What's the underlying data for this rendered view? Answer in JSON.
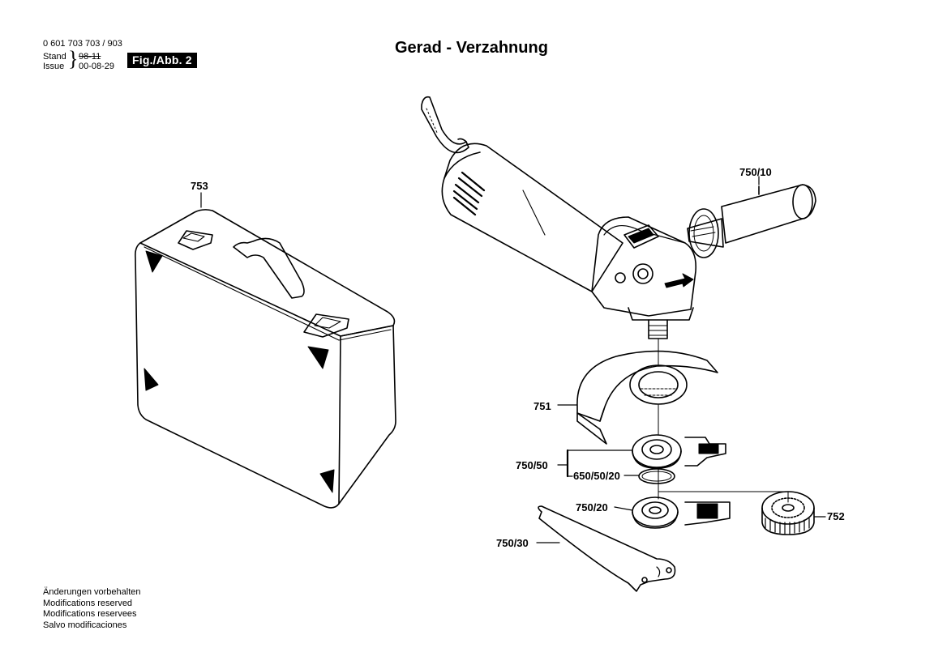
{
  "header": {
    "doc_number": "0 601 703 703 / 903",
    "stand_label": "Stand",
    "issue_label": "Issue",
    "stand_value": "98-11",
    "issue_value": "00-08-29",
    "figure": "Fig./Abb. 2",
    "title": "Gerad - Verzahnung"
  },
  "notes": [
    "Änderungen vorbehalten",
    "Modifications reserved",
    "Modifications reservees",
    "Salvo modificaciones"
  ],
  "parts": {
    "case": "753",
    "aux_handle": "750/10",
    "guard": "751",
    "flange": "750/50",
    "o_ring": "650/50/20",
    "clamp_nut": "750/20",
    "spanner": "750/30",
    "quick_nut": "752"
  }
}
